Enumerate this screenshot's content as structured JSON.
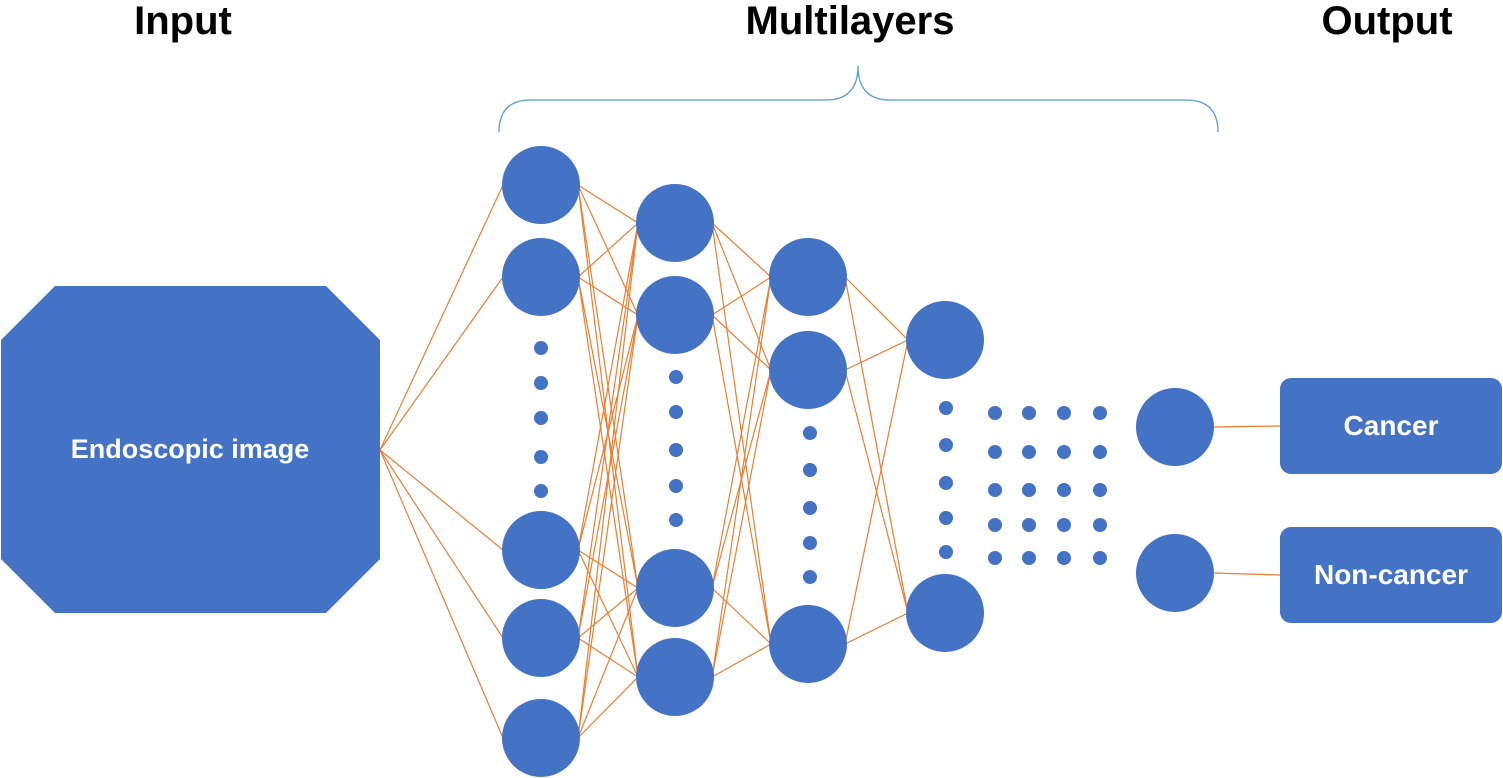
{
  "headings": {
    "input": "Input",
    "multilayers": "Multilayers",
    "output": "Output"
  },
  "input_node": {
    "label": "Endoscopic image",
    "shape": "octagon"
  },
  "output_nodes": [
    {
      "label": "Cancer"
    },
    {
      "label": "Non-cancer"
    }
  ],
  "layers": [
    {
      "visible_nodes": 5,
      "ellipsis": true
    },
    {
      "visible_nodes": 4,
      "ellipsis": true
    },
    {
      "visible_nodes": 3,
      "ellipsis": true
    },
    {
      "visible_nodes": 2,
      "ellipsis": true
    },
    {
      "visible_nodes": 2,
      "ellipsis": false
    }
  ],
  "between_layers_ellipsis": true,
  "colors": {
    "node_fill": "#4472C4",
    "connection": "#ED7D31",
    "bracket": "#5B9BD5",
    "heading_text": "#000000",
    "box_text": "#FFFFFF",
    "background": "#FFFFFF"
  }
}
